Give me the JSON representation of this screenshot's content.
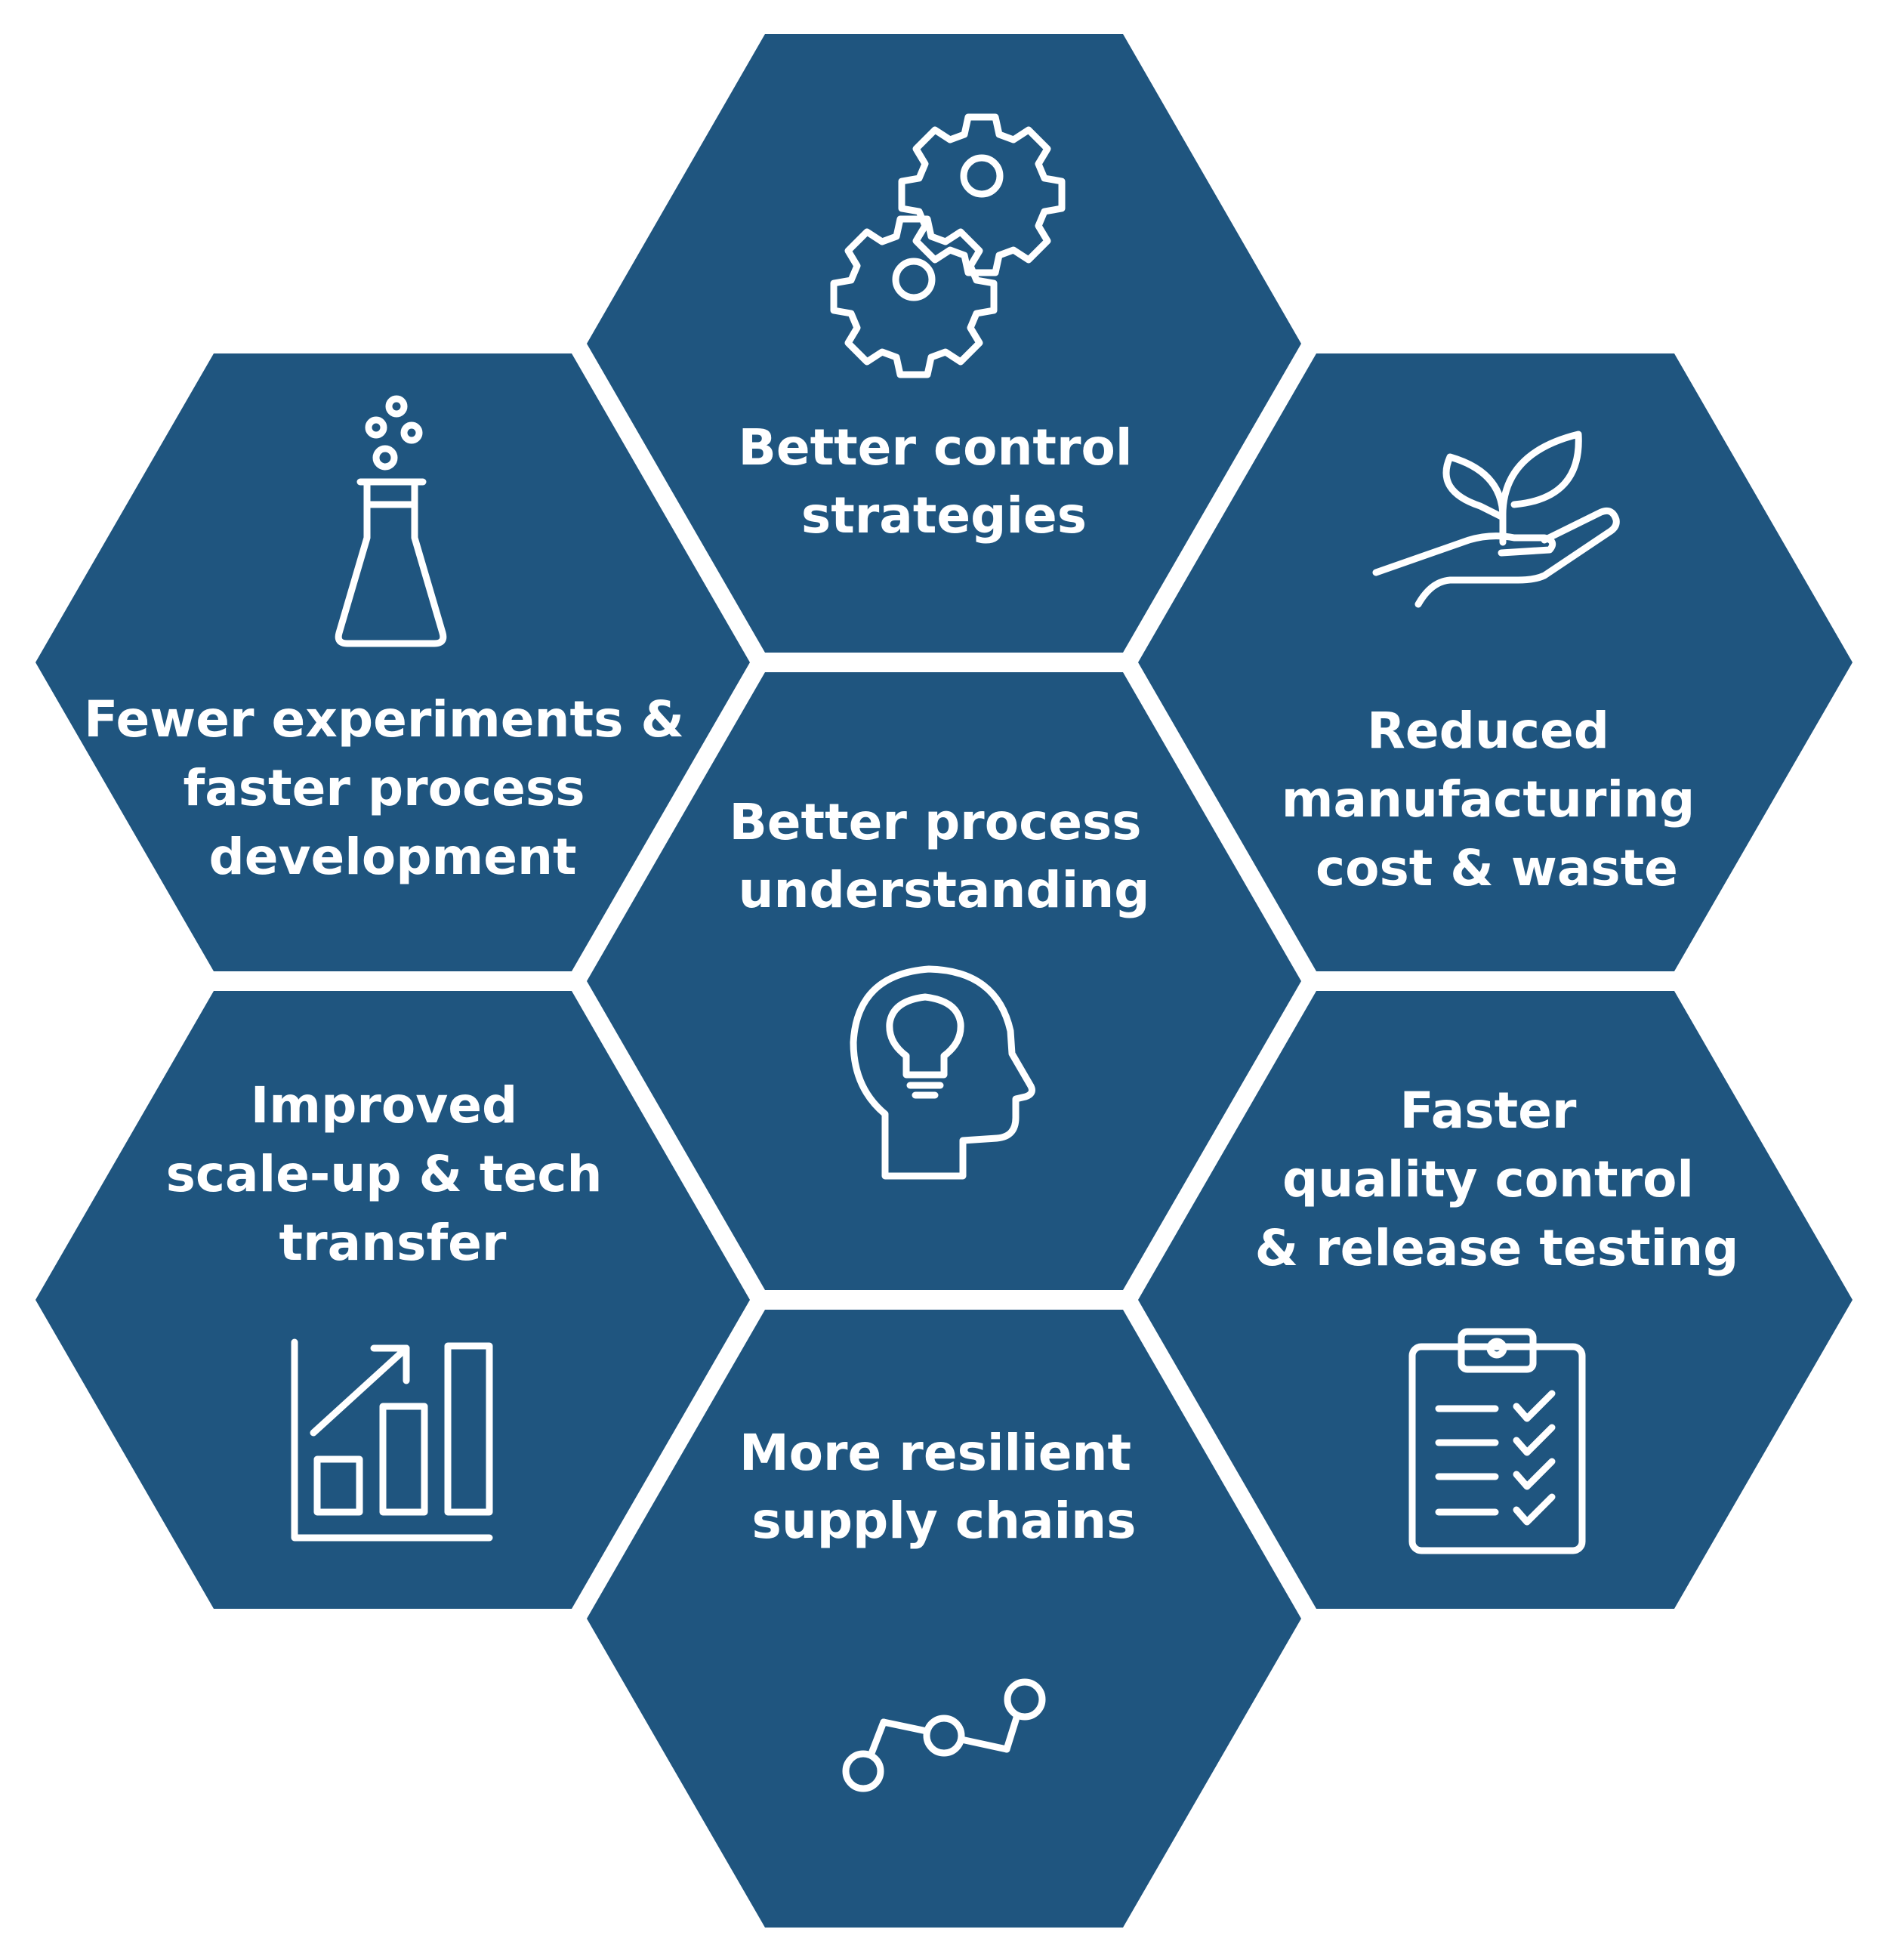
{
  "colors": {
    "hexagon": "#1f557f",
    "foreground": "#ffffff",
    "background": "#ffffff"
  },
  "hexagons": [
    {
      "id": "top",
      "icon": "gears-icon",
      "lines": [
        "Better control",
        "strategies"
      ]
    },
    {
      "id": "upper-left",
      "icon": "flask-icon",
      "lines": [
        "Fewer experiments &",
        "faster process",
        "development"
      ]
    },
    {
      "id": "upper-right",
      "icon": "plant-in-hand-icon",
      "lines": [
        "Reduced",
        "manufacturing",
        "cost & waste"
      ]
    },
    {
      "id": "center",
      "icon": "head-lightbulb-icon",
      "lines": [
        "Better process",
        "understanding"
      ]
    },
    {
      "id": "lower-left",
      "icon": "bar-chart-arrow-icon",
      "lines": [
        "Improved",
        "scale-up & tech",
        "transfer"
      ]
    },
    {
      "id": "lower-right",
      "icon": "clipboard-checklist-icon",
      "lines": [
        "Faster",
        "quality control",
        "& release testing"
      ]
    },
    {
      "id": "bottom",
      "icon": "supply-chain-nodes-icon",
      "lines": [
        "More resilient",
        "supply chains"
      ]
    }
  ]
}
